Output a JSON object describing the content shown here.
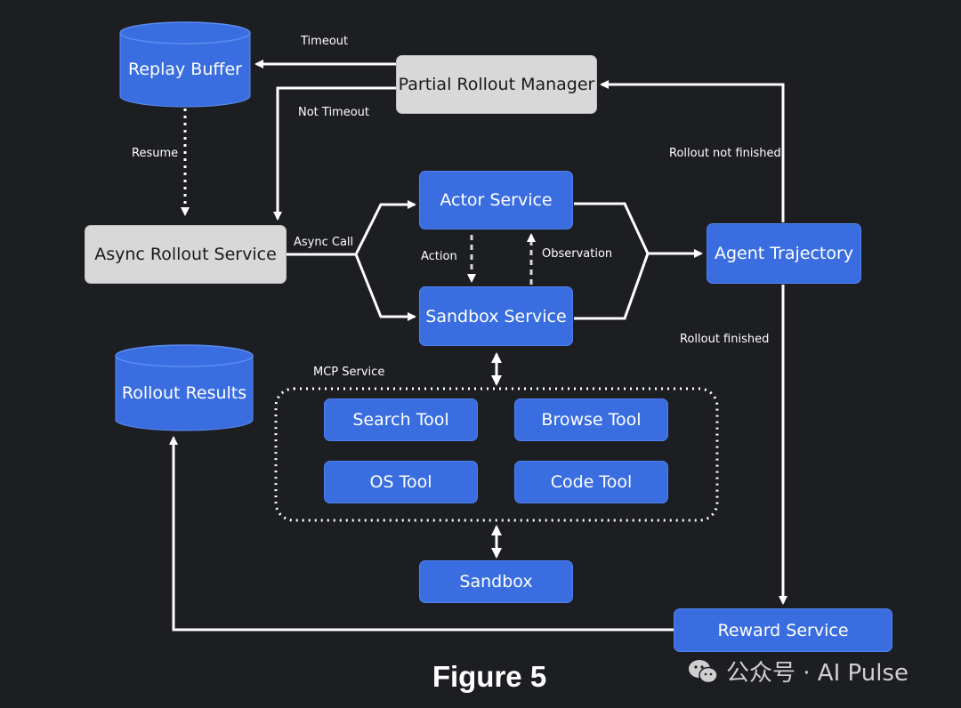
{
  "nodes": {
    "replay_buffer": "Replay Buffer",
    "partial_rollout_manager": "Partial Rollout Manager",
    "async_rollout_service": "Async Rollout Service",
    "actor_service": "Actor Service",
    "sandbox_service": "Sandbox Service",
    "agent_trajectory": "Agent Trajectory",
    "rollout_results": "Rollout Results",
    "search_tool": "Search Tool",
    "browse_tool": "Browse Tool",
    "os_tool": "OS Tool",
    "code_tool": "Code Tool",
    "sandbox": "Sandbox",
    "reward_service": "Reward Service"
  },
  "edge_labels": {
    "timeout": "Timeout",
    "not_timeout": "Not Timeout",
    "resume": "Resume",
    "async_call": "Async Call",
    "action": "Action",
    "observation": "Observation",
    "rollout_not_finished": "Rollout not finished",
    "rollout_finished": "Rollout finished",
    "mcp_service": "MCP Service"
  },
  "caption": "Figure 5",
  "watermark": "公众号 · AI Pulse",
  "colors": {
    "background": "#1d1e22",
    "node_blue": "#3a6ee0",
    "node_gray": "#d8d8d8",
    "edge": "#ffffff"
  }
}
